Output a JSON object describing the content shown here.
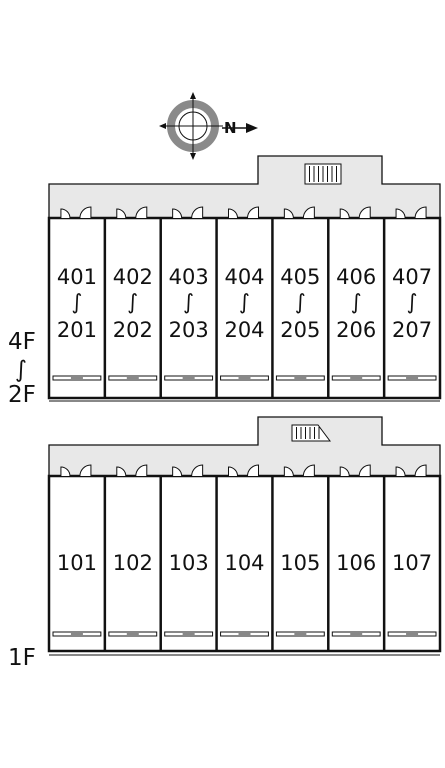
{
  "compass": {
    "north_label": "N",
    "icon": "compass-rose-icon"
  },
  "floor_labels": {
    "upper_top": "4F",
    "upper_range": "∫",
    "upper_bottom": "2F",
    "ground": "1F"
  },
  "upper_block": {
    "units": [
      {
        "top": "401",
        "sep": "∫",
        "bottom": "201"
      },
      {
        "top": "402",
        "sep": "∫",
        "bottom": "202"
      },
      {
        "top": "403",
        "sep": "∫",
        "bottom": "203"
      },
      {
        "top": "404",
        "sep": "∫",
        "bottom": "204"
      },
      {
        "top": "405",
        "sep": "∫",
        "bottom": "205"
      },
      {
        "top": "406",
        "sep": "∫",
        "bottom": "206"
      },
      {
        "top": "407",
        "sep": "∫",
        "bottom": "207"
      }
    ],
    "stair_icon": "stairs-icon"
  },
  "ground_block": {
    "units": [
      "101",
      "102",
      "103",
      "104",
      "105",
      "106",
      "107"
    ],
    "stair_icon": "stairs-icon"
  },
  "colors": {
    "corridor": "#e8e8e8",
    "wall": "#111111",
    "compass_ring": "#8a8a8a"
  }
}
